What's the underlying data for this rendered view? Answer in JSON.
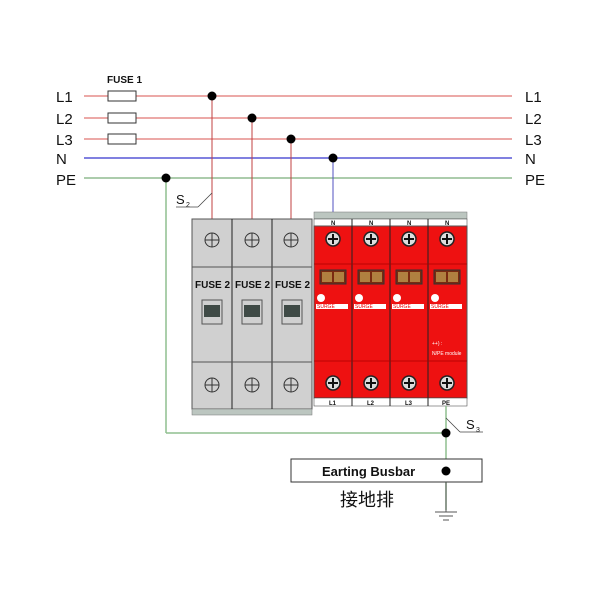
{
  "diagram": {
    "lines": [
      {
        "id": "L1",
        "label_left": "L1",
        "label_right": "L1",
        "color": "#d9534f"
      },
      {
        "id": "L2",
        "label_left": "L2",
        "label_right": "L2",
        "color": "#d9534f"
      },
      {
        "id": "L3",
        "label_left": "L3",
        "label_right": "L3",
        "color": "#d9534f"
      },
      {
        "id": "N",
        "label_left": "N",
        "label_right": "N",
        "color": "#8080e0"
      },
      {
        "id": "PE",
        "label_left": "PE",
        "label_right": "PE",
        "color": "#5a9a5a"
      }
    ],
    "fuse1_label": "FUSE 1",
    "switch_s2": {
      "letter": "S",
      "sub": "2"
    },
    "switch_s3": {
      "letter": "S",
      "sub": "3"
    },
    "fuse2_modules": [
      {
        "label": "FUSE 2"
      },
      {
        "label": "FUSE 2"
      },
      {
        "label": "FUSE 2"
      }
    ],
    "spd_modules": [
      {
        "top_label": "N",
        "bottom_label": "L1",
        "note": ""
      },
      {
        "top_label": "N",
        "bottom_label": "L2",
        "note": ""
      },
      {
        "top_label": "N",
        "bottom_label": "L3",
        "note": ""
      },
      {
        "top_label": "N",
        "bottom_label": "PE",
        "note_line1": "++) :",
        "note_line2": "N/PE module"
      }
    ],
    "spd_brand": "SURGE",
    "earthing_busbar_label": "Earting Busbar",
    "earthing_busbar_cn": "接地排",
    "colors": {
      "phase": "#d9534f",
      "neutral": "#8080e0",
      "pe": "#5a9a5a",
      "spd_red": "#ee1111",
      "fuse_gray": "#d0d0d0"
    }
  }
}
